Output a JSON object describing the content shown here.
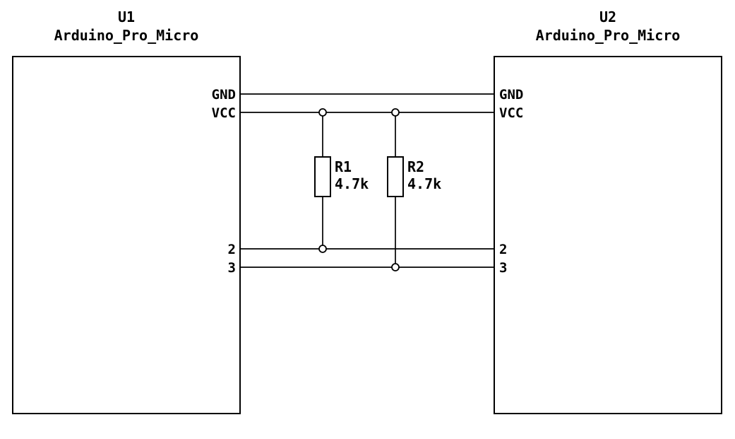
{
  "schematic": {
    "u1": {
      "ref": "U1",
      "value": "Arduino_Pro_Micro",
      "pin_gnd": "GND",
      "pin_vcc": "VCC",
      "pin_2": "2",
      "pin_3": "3"
    },
    "u2": {
      "ref": "U2",
      "value": "Arduino_Pro_Micro",
      "pin_gnd": "GND",
      "pin_vcc": "VCC",
      "pin_2": "2",
      "pin_3": "3"
    },
    "r1": {
      "ref": "R1",
      "value": "4.7k"
    },
    "r2": {
      "ref": "R2",
      "value": "4.7k"
    },
    "colors": {
      "stroke": "#000000",
      "background": "#ffffff"
    }
  }
}
